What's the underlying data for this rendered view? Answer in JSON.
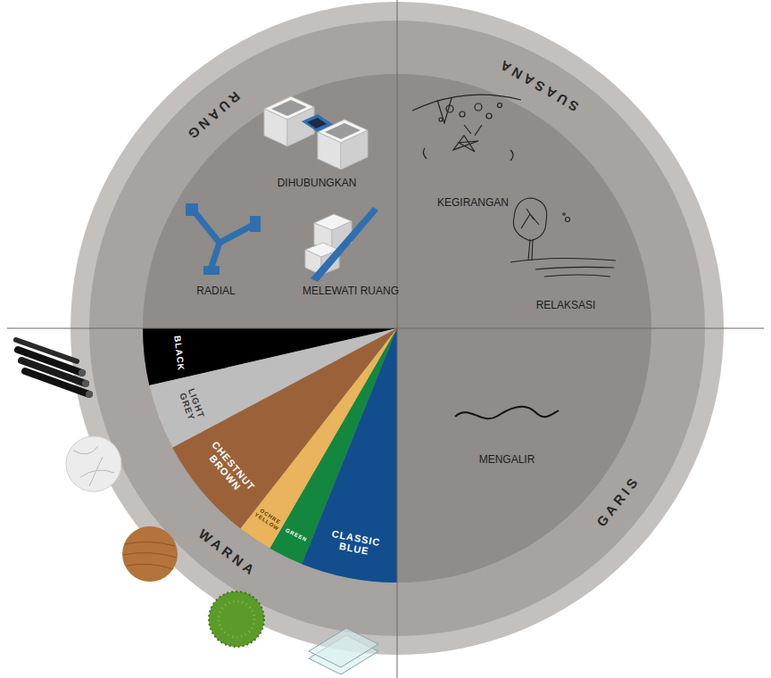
{
  "diagram": {
    "nodes": [
      {
        "text": [
          "RUANG"
        ]
      },
      {
        "text": [
          "SUASANA"
        ]
      },
      {
        "text": [
          "GARIS"
        ]
      },
      {
        "text": [
          "WARNA"
        ]
      },
      {
        "text": [
          "BLACK"
        ],
        "in": 3
      },
      {
        "text": [
          "LIGHT GREY"
        ],
        "in": 3
      },
      {
        "text": [
          "CHESTNUT BROWN"
        ],
        "in": 3
      },
      {
        "text": [
          "OCHRE YELLOW"
        ],
        "in": 3
      },
      {
        "text": [
          "GREEN"
        ],
        "in": 3
      },
      {
        "text": [
          "CLASSIC BLUE"
        ],
        "in": 3
      }
    ],
    "labels": [
      "DIHUBUNGKAN",
      "RADIAL",
      "MELEWATI RUANG",
      "KEGIRANGAN",
      "RELAKSASI",
      "MENGALIR"
    ]
  }
}
